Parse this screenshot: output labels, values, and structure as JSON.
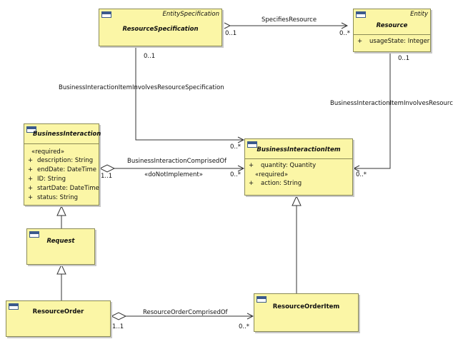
{
  "classes": {
    "resource_specification": {
      "stereotype": "EntitySpecification",
      "name": "ResourceSpecification"
    },
    "resource": {
      "stereotype": "Entity",
      "name": "Resource",
      "attribute": {
        "visibility": "+",
        "text": "usageState: Integer"
      }
    },
    "business_interaction": {
      "name": "BusinessInteraction",
      "group": "«required»",
      "attributes": [
        {
          "visibility": "+",
          "text": "description: String"
        },
        {
          "visibility": "+",
          "text": "endDate: DateTime"
        },
        {
          "visibility": "+",
          "text": "ID: String"
        },
        {
          "visibility": "+",
          "text": "startDate: DateTime"
        },
        {
          "visibility": "+",
          "text": "status: String"
        }
      ]
    },
    "business_interaction_item": {
      "name": "BusinessInteractionItem",
      "attribute": {
        "visibility": "+",
        "text": "quantity: Quantity"
      },
      "group": "«required»",
      "required_attribute": {
        "visibility": "+",
        "text": "action: String"
      }
    },
    "request": {
      "name": "Request"
    },
    "resource_order": {
      "name": "ResourceOrder"
    },
    "resource_order_item": {
      "name": "ResourceOrderItem"
    }
  },
  "associations": {
    "specifies_resource": {
      "name": "SpecifiesResource",
      "source_mult": "0..1",
      "target_mult": "0..*"
    },
    "bii_resource_specification": {
      "name": "BusinessInteractionItemInvolvesResourceSpecification",
      "source_mult": "0..1",
      "target_mult": "0..*"
    },
    "bii_resource": {
      "name": "BusinessInteractionItemInvolvesResource",
      "source_mult": "0..1",
      "target_mult": "0..*"
    },
    "bi_comprised_of": {
      "name": "BusinessInteractionComprisedOf",
      "stereotype": "«doNotImplement»",
      "source_mult": "1..1",
      "target_mult": "0..*"
    },
    "resource_order_comprised_of": {
      "name": "ResourceOrderComprisedOf",
      "source_mult": "1..1",
      "target_mult": "0..*"
    }
  }
}
